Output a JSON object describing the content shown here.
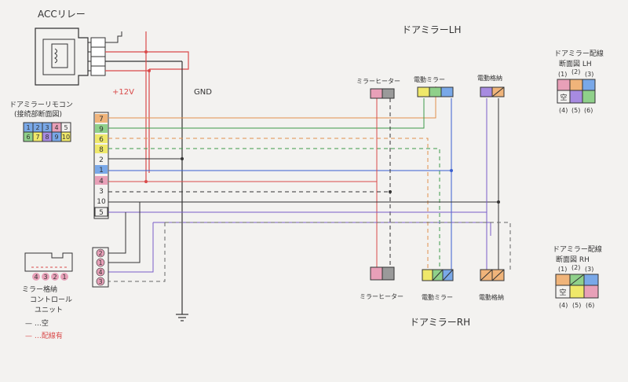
{
  "colors": {
    "pink": "#e8a0b8",
    "gray": "#9a9a9a",
    "yellow": "#efe86a",
    "green": "#8fd08a",
    "blue": "#79a8e8",
    "purple": "#a78be0",
    "orange": "#f0b47a",
    "wire_red": "#d94a4a",
    "wire_blue": "#3a5fd0",
    "wire_green": "#3c9a4a",
    "wire_orange": "#e0904c",
    "wire_black": "#333333",
    "wire_purple": "#7a5cc8"
  },
  "labels": {
    "acc_relay": "ACCリレー",
    "door_mirror_lh": "ドアミラーLH",
    "door_mirror_rh": "ドアミラーRH",
    "plus12v": "+12V",
    "gnd": "GND",
    "remote_title1": "ドアミラーリモコン",
    "remote_title2": "(接続部断面図)",
    "mirror_heater": "ミラーヒーター",
    "power_mirror": "電動ミラー",
    "power_fold": "電動格納",
    "wiring_lh_1": "ドアミラー配線",
    "wiring_lh_2": "断面図 LH",
    "wiring_rh_1": "ドアミラー配線",
    "wiring_rh_2": "断面図 RH",
    "control_unit_1": "ミラー格納",
    "control_unit_2": "コントロール",
    "control_unit_3": "ユニット",
    "legend_empty": "— …空",
    "legend_wired": "— …配線有",
    "empty": "空"
  },
  "remote_grid": [
    "1",
    "2",
    "3",
    "4",
    "5",
    "6",
    "7",
    "8",
    "9",
    "10"
  ],
  "left_pins": [
    "7",
    "9",
    "6",
    "8",
    "2",
    "1",
    "4",
    "3",
    "10",
    "5"
  ],
  "unit_pins": [
    "4",
    "3",
    "2",
    "1"
  ],
  "unit_side": [
    "2",
    "1",
    "4",
    "3"
  ],
  "cross_top": [
    "(1)",
    "(2)",
    "(3)"
  ],
  "cross_bot": [
    "(4)",
    "(5)",
    "(6)"
  ]
}
